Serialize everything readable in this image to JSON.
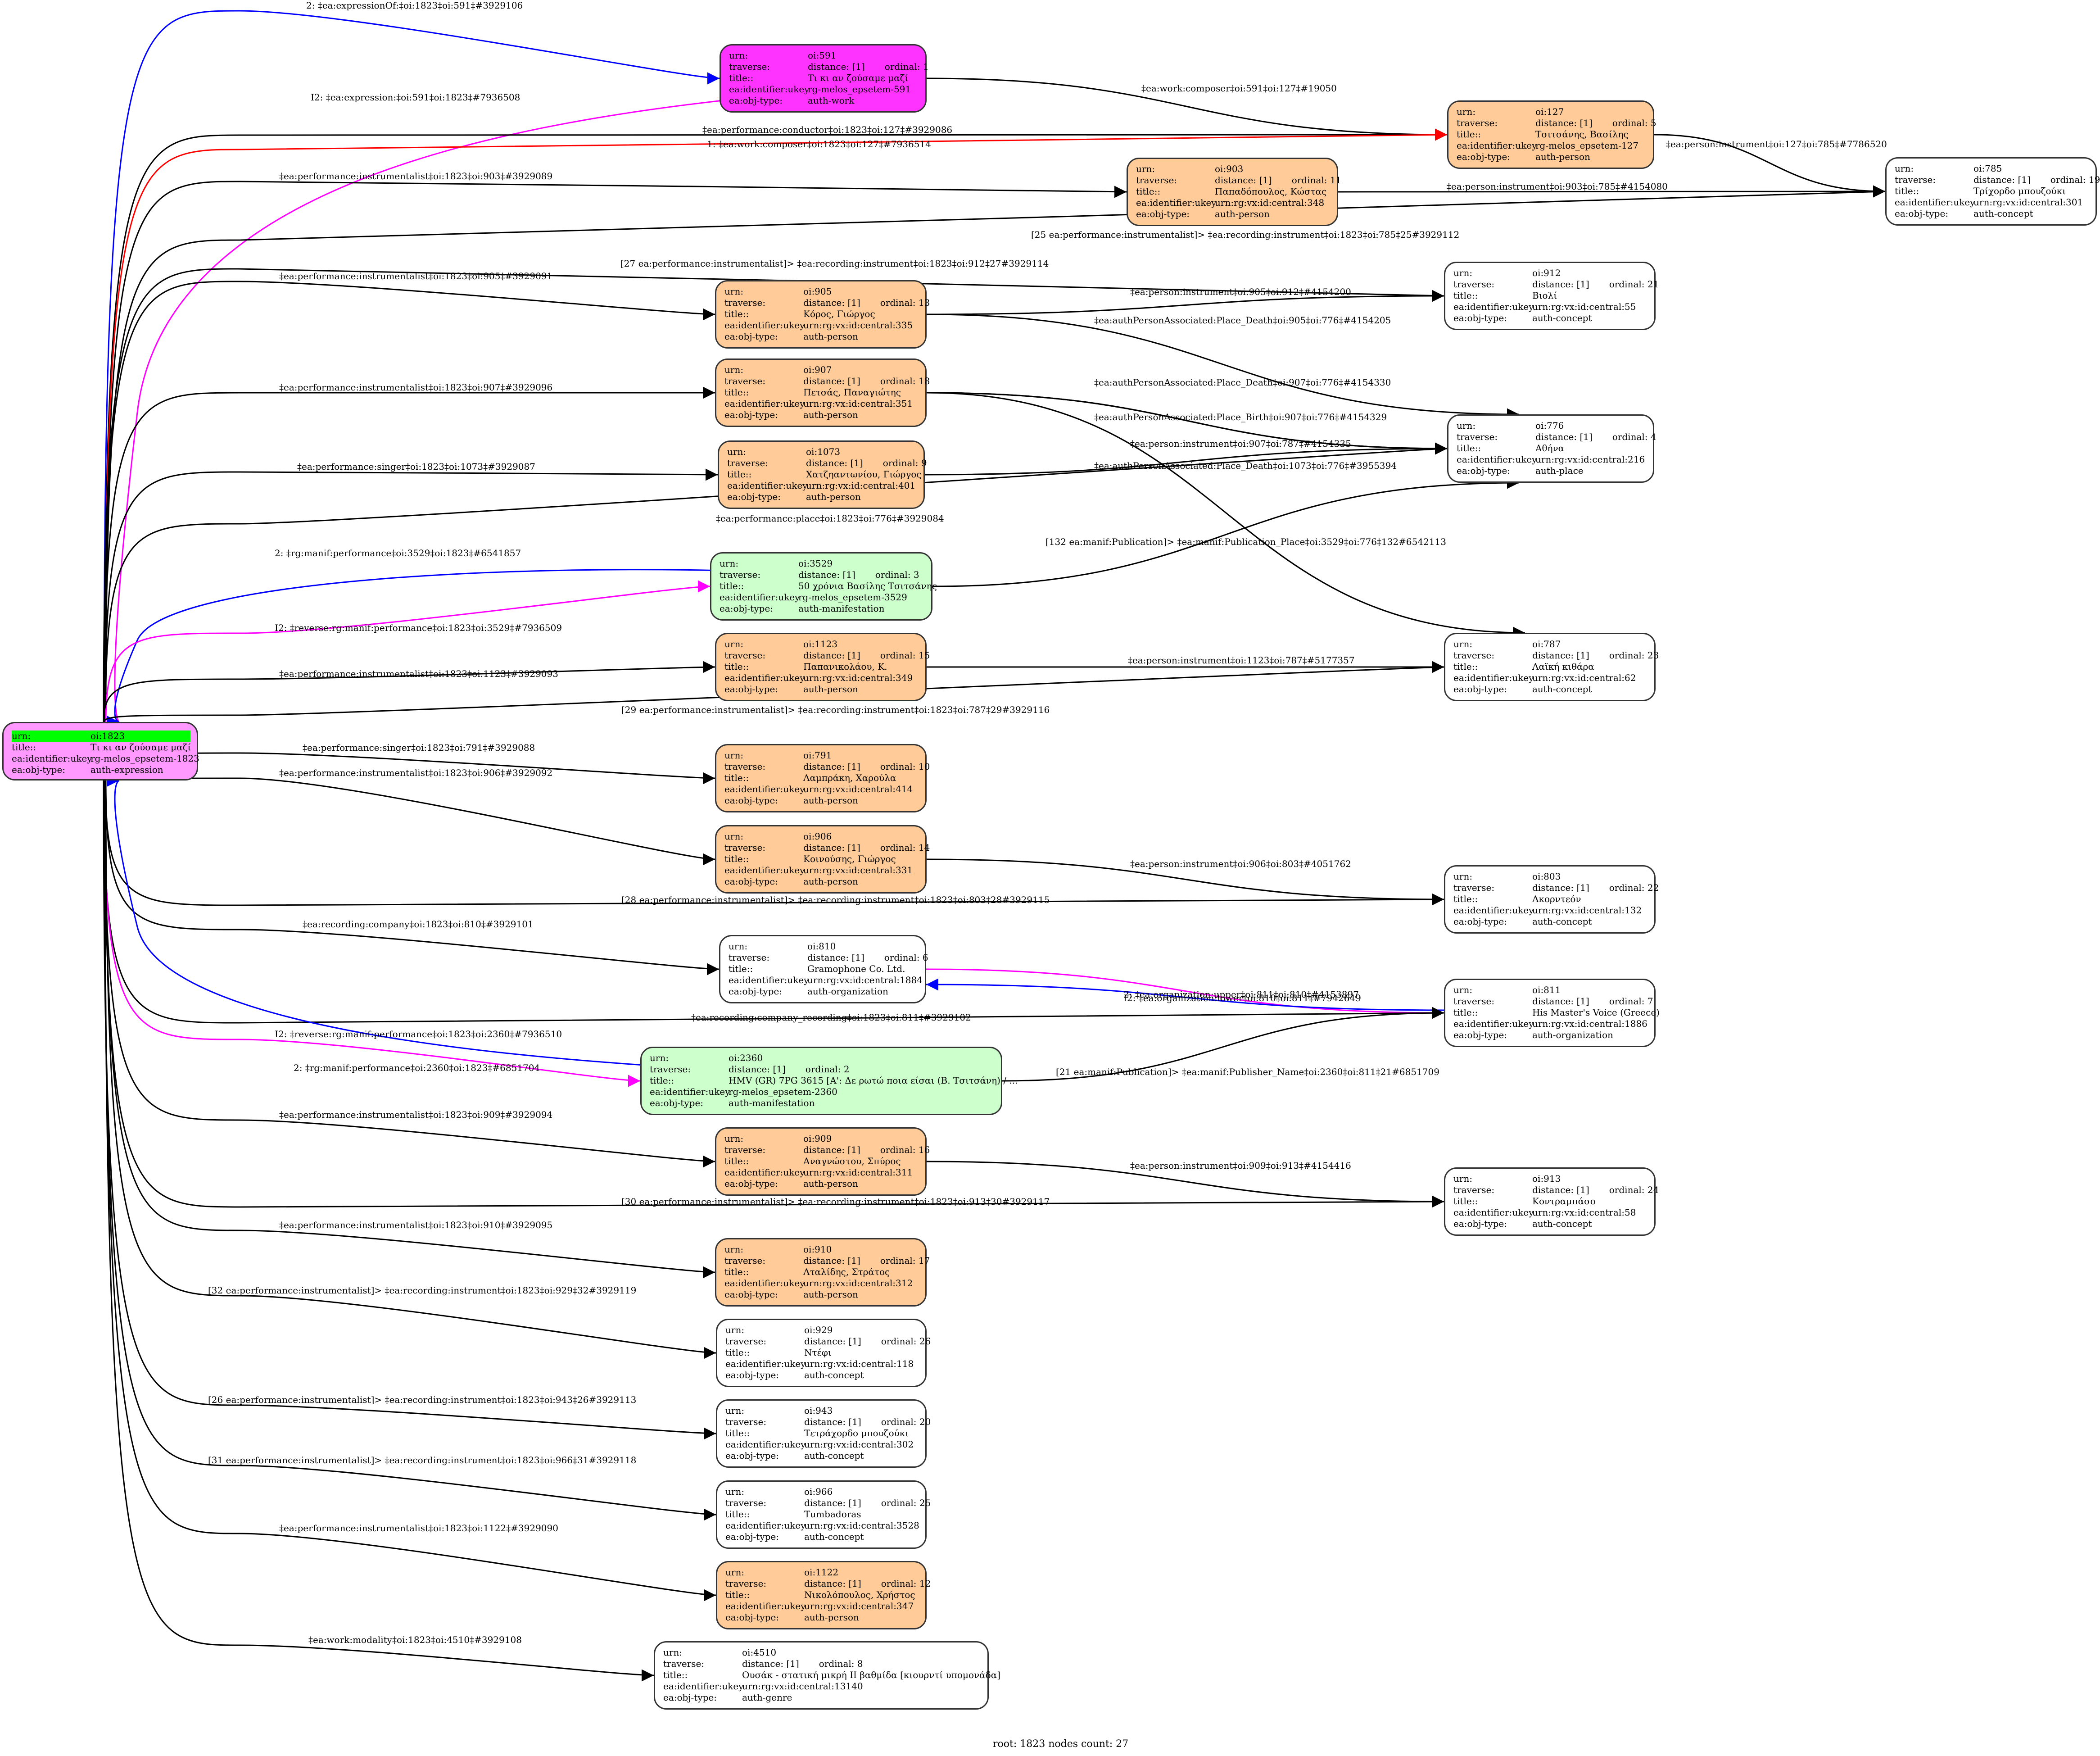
{
  "footer": "root: 1823 nodes count: 27",
  "field_labels": {
    "urn": "urn:",
    "traverse": "traverse:",
    "title": "title::",
    "ukey": "ea:identifier:ukey",
    "objtype": "ea:obj-type:"
  },
  "colors": {
    "person": "#ffcc99",
    "work": "#ff33ff",
    "expression": "#ff99ff",
    "manifestation": "#ccffcc",
    "plain": "#ffffff",
    "root_highlight": "#00ff00",
    "edge_default": "#000000",
    "edge_blue": "#0000ff",
    "edge_magenta": "#ff00ff",
    "edge_red": "#ff0000"
  },
  "nodes": [
    {
      "id": "1823",
      "kind": "expression",
      "root": true,
      "urn": "oi:1823",
      "title": "Τι κι αν ζούσαμε μαζί",
      "ukey": "rg-melos_epsetem-1823",
      "objtype": "auth-expression"
    },
    {
      "id": "591",
      "kind": "work",
      "urn": "oi:591",
      "distance": "distance: [1]",
      "ordinal": "ordinal: 1",
      "title": "Τι κι αν ζούσαμε μαζί",
      "ukey": "rg-melos_epsetem-591",
      "objtype": "auth-work"
    },
    {
      "id": "127",
      "kind": "person",
      "urn": "oi:127",
      "distance": "distance: [1]",
      "ordinal": "ordinal: 5",
      "title": "Τσιτσάνης, Βασίλης",
      "ukey": "rg-melos_epsetem-127",
      "objtype": "auth-person"
    },
    {
      "id": "785",
      "kind": "plain",
      "urn": "oi:785",
      "distance": "distance: [1]",
      "ordinal": "ordinal: 19",
      "title": "Τρίχορδο μπουζούκι",
      "ukey": "urn:rg:vx:id:central:301",
      "objtype": "auth-concept"
    },
    {
      "id": "903",
      "kind": "person",
      "urn": "oi:903",
      "distance": "distance: [1]",
      "ordinal": "ordinal: 11",
      "title": "Παπαδόπουλος, Κώστας",
      "ukey": "urn:rg:vx:id:central:348",
      "objtype": "auth-person"
    },
    {
      "id": "912",
      "kind": "plain",
      "urn": "oi:912",
      "distance": "distance: [1]",
      "ordinal": "ordinal: 21",
      "title": "Βιολί",
      "ukey": "urn:rg:vx:id:central:55",
      "objtype": "auth-concept"
    },
    {
      "id": "905",
      "kind": "person",
      "urn": "oi:905",
      "distance": "distance: [1]",
      "ordinal": "ordinal: 13",
      "title": "Κόρος, Γιώργος",
      "ukey": "urn:rg:vx:id:central:335",
      "objtype": "auth-person"
    },
    {
      "id": "907",
      "kind": "person",
      "urn": "oi:907",
      "distance": "distance: [1]",
      "ordinal": "ordinal: 18",
      "title": "Πετσάς, Παναγιώτης",
      "ukey": "urn:rg:vx:id:central:351",
      "objtype": "auth-person"
    },
    {
      "id": "776",
      "kind": "plain",
      "urn": "oi:776",
      "distance": "distance: [1]",
      "ordinal": "ordinal: 4",
      "title": "Αθήνα",
      "ukey": "urn:rg:vx:id:central:216",
      "objtype": "auth-place"
    },
    {
      "id": "1073",
      "kind": "person",
      "urn": "oi:1073",
      "distance": "distance: [1]",
      "ordinal": "ordinal: 9",
      "title": "Χατζηαντωνίου, Γιώργος",
      "ukey": "urn:rg:vx:id:central:401",
      "objtype": "auth-person"
    },
    {
      "id": "3529",
      "kind": "manifestation",
      "urn": "oi:3529",
      "distance": "distance: [1]",
      "ordinal": "ordinal: 3",
      "title": "50 χρόνια Βασίλης Τσιτσάνης",
      "ukey": "rg-melos_epsetem-3529",
      "objtype": "auth-manifestation"
    },
    {
      "id": "1123",
      "kind": "person",
      "urn": "oi:1123",
      "distance": "distance: [1]",
      "ordinal": "ordinal: 15",
      "title": "Παπανικολάου, Κ.",
      "ukey": "urn:rg:vx:id:central:349",
      "objtype": "auth-person"
    },
    {
      "id": "787",
      "kind": "plain",
      "urn": "oi:787",
      "distance": "distance: [1]",
      "ordinal": "ordinal: 23",
      "title": "Λαϊκή κιθάρα",
      "ukey": "urn:rg:vx:id:central:62",
      "objtype": "auth-concept"
    },
    {
      "id": "791",
      "kind": "person",
      "urn": "oi:791",
      "distance": "distance: [1]",
      "ordinal": "ordinal: 10",
      "title": "Λαμπράκη, Χαρούλα",
      "ukey": "urn:rg:vx:id:central:414",
      "objtype": "auth-person"
    },
    {
      "id": "906",
      "kind": "person",
      "urn": "oi:906",
      "distance": "distance: [1]",
      "ordinal": "ordinal: 14",
      "title": "Κοινούσης, Γιώργος",
      "ukey": "urn:rg:vx:id:central:331",
      "objtype": "auth-person"
    },
    {
      "id": "803",
      "kind": "plain",
      "urn": "oi:803",
      "distance": "distance: [1]",
      "ordinal": "ordinal: 22",
      "title": "Ακορντεόν",
      "ukey": "urn:rg:vx:id:central:132",
      "objtype": "auth-concept"
    },
    {
      "id": "810",
      "kind": "plain",
      "urn": "oi:810",
      "distance": "distance: [1]",
      "ordinal": "ordinal: 6",
      "title": "Gramophone Co. Ltd.",
      "ukey": "urn:rg:vx:id:central:1884",
      "objtype": "auth-organization"
    },
    {
      "id": "811",
      "kind": "plain",
      "urn": "oi:811",
      "distance": "distance: [1]",
      "ordinal": "ordinal: 7",
      "title": "His Master's Voice (Greece)",
      "ukey": "urn:rg:vx:id:central:1886",
      "objtype": "auth-organization"
    },
    {
      "id": "2360",
      "kind": "manifestation",
      "urn": "oi:2360",
      "distance": "distance: [1]",
      "ordinal": "ordinal: 2",
      "title": "HMV (GR) 7PG 3615 [A': Δε ρωτώ ποια είσαι (Β. Τσιτσάνη) / ...",
      "ukey": "rg-melos_epsetem-2360",
      "objtype": "auth-manifestation"
    },
    {
      "id": "909",
      "kind": "person",
      "urn": "oi:909",
      "distance": "distance: [1]",
      "ordinal": "ordinal: 16",
      "title": "Αναγνώστου, Σπύρος",
      "ukey": "urn:rg:vx:id:central:311",
      "objtype": "auth-person"
    },
    {
      "id": "913",
      "kind": "plain",
      "urn": "oi:913",
      "distance": "distance: [1]",
      "ordinal": "ordinal: 24",
      "title": "Κοντραμπάσο",
      "ukey": "urn:rg:vx:id:central:58",
      "objtype": "auth-concept"
    },
    {
      "id": "910",
      "kind": "person",
      "urn": "oi:910",
      "distance": "distance: [1]",
      "ordinal": "ordinal: 17",
      "title": "Αταλίδης, Στράτος",
      "ukey": "urn:rg:vx:id:central:312",
      "objtype": "auth-person"
    },
    {
      "id": "929",
      "kind": "plain",
      "urn": "oi:929",
      "distance": "distance: [1]",
      "ordinal": "ordinal: 26",
      "title": "Ντέφι",
      "ukey": "urn:rg:vx:id:central:118",
      "objtype": "auth-concept"
    },
    {
      "id": "943",
      "kind": "plain",
      "urn": "oi:943",
      "distance": "distance: [1]",
      "ordinal": "ordinal: 20",
      "title": "Τετράχορδο μπουζούκι",
      "ukey": "urn:rg:vx:id:central:302",
      "objtype": "auth-concept"
    },
    {
      "id": "966",
      "kind": "plain",
      "urn": "oi:966",
      "distance": "distance: [1]",
      "ordinal": "ordinal: 25",
      "title": "Tumbadoras",
      "ukey": "urn:rg:vx:id:central:3528",
      "objtype": "auth-concept"
    },
    {
      "id": "1122",
      "kind": "person",
      "urn": "oi:1122",
      "distance": "distance: [1]",
      "ordinal": "ordinal: 12",
      "title": "Νικολόπουλος, Χρήστος",
      "ukey": "urn:rg:vx:id:central:347",
      "objtype": "auth-person"
    },
    {
      "id": "4510",
      "kind": "plain",
      "urn": "oi:4510",
      "distance": "distance: [1]",
      "ordinal": "ordinal: 8",
      "title": "Ουσάκ - στατική μικρή ΙΙ βαθμίδα [κιουρντί υπομονάδα]",
      "ukey": "urn:rg:vx:id:central:13140",
      "objtype": "auth-genre"
    }
  ],
  "edges": [
    {
      "from": "1823",
      "to": "591",
      "color": "blue",
      "label": "2: ‡ea:expressionOf:‡oi:1823‡oi:591‡#3929106"
    },
    {
      "from": "591",
      "to": "1823",
      "color": "magenta",
      "label": "I2: ‡ea:expression:‡oi:591‡oi:1823‡#7936508"
    },
    {
      "from": "591",
      "to": "127",
      "color": "black",
      "label": "‡ea:work:composer‡oi:591‡oi:127‡#19050"
    },
    {
      "from": "1823",
      "to": "127",
      "color": "black",
      "label": "‡ea:performance:conductor‡oi:1823‡oi:127‡#3929086"
    },
    {
      "from": "1823",
      "to": "127",
      "color": "red",
      "label": "1: ‡ea:work:composer‡oi:1823‡oi:127‡#7936514"
    },
    {
      "from": "127",
      "to": "785",
      "color": "black",
      "label": "‡ea:person:instrument‡oi:127‡oi:785‡#7786520"
    },
    {
      "from": "1823",
      "to": "903",
      "color": "black",
      "label": "‡ea:performance:instrumentalist‡oi:1823‡oi:903‡#3929089"
    },
    {
      "from": "903",
      "to": "785",
      "color": "black",
      "label": "‡ea:person:instrument‡oi:903‡oi:785‡#4154080"
    },
    {
      "from": "1823",
      "to": "785",
      "color": "black",
      "label": "[25 ea:performance:instrumentalist]> ‡ea:recording:instrument‡oi:1823‡oi:785‡25#3929112"
    },
    {
      "from": "1823",
      "to": "912",
      "color": "black",
      "label": "[27 ea:performance:instrumentalist]> ‡ea:recording:instrument‡oi:1823‡oi:912‡27#3929114"
    },
    {
      "from": "1823",
      "to": "905",
      "color": "black",
      "label": "‡ea:performance:instrumentalist‡oi:1823‡oi:905‡#3929091"
    },
    {
      "from": "905",
      "to": "912",
      "color": "black",
      "label": "‡ea:person:instrument‡oi:905‡oi:912‡#4154200"
    },
    {
      "from": "905",
      "to": "776",
      "color": "black",
      "label": "‡ea:authPersonAssociated:Place_Death‡oi:905‡oi:776‡#4154205"
    },
    {
      "from": "1823",
      "to": "907",
      "color": "black",
      "label": "‡ea:performance:instrumentalist‡oi:1823‡oi:907‡#3929096"
    },
    {
      "from": "907",
      "to": "776",
      "color": "black",
      "label": "‡ea:authPersonAssociated:Place_Death‡oi:907‡oi:776‡#4154330"
    },
    {
      "from": "907",
      "to": "776",
      "color": "black",
      "label": "‡ea:authPersonAssociated:Place_Birth‡oi:907‡oi:776‡#4154329"
    },
    {
      "from": "907",
      "to": "787",
      "color": "black",
      "label": "‡ea:person:instrument‡oi:907‡oi:787‡#4154335"
    },
    {
      "from": "1823",
      "to": "1073",
      "color": "black",
      "label": "‡ea:performance:singer‡oi:1823‡oi:1073‡#3929087"
    },
    {
      "from": "1073",
      "to": "776",
      "color": "black",
      "label": "‡ea:authPersonAssociated:Place_Death‡oi:1073‡oi:776‡#3955394"
    },
    {
      "from": "1823",
      "to": "776",
      "color": "black",
      "label": "‡ea:performance:place‡oi:1823‡oi:776‡#3929084"
    },
    {
      "from": "3529",
      "to": "1823",
      "color": "blue",
      "label": "2: ‡rg:manif:performance‡oi:3529‡oi:1823‡#6541857"
    },
    {
      "from": "1823",
      "to": "3529",
      "color": "magenta",
      "label": "I2: ‡reverse:rg:manif:performance‡oi:1823‡oi:3529‡#7936509"
    },
    {
      "from": "3529",
      "to": "776",
      "color": "black",
      "label": "[132 ea:manif:Publication]> ‡ea:manif:Publication_Place‡oi:3529‡oi:776‡132#6542113"
    },
    {
      "from": "1823",
      "to": "1123",
      "color": "black",
      "label": "‡ea:performance:instrumentalist‡oi:1823‡oi:1123‡#3929093"
    },
    {
      "from": "1123",
      "to": "787",
      "color": "black",
      "label": "‡ea:person:instrument‡oi:1123‡oi:787‡#5177357"
    },
    {
      "from": "1823",
      "to": "787",
      "color": "black",
      "label": "[29 ea:performance:instrumentalist]> ‡ea:recording:instrument‡oi:1823‡oi:787‡29#3929116"
    },
    {
      "from": "1823",
      "to": "791",
      "color": "black",
      "label": "‡ea:performance:singer‡oi:1823‡oi:791‡#3929088"
    },
    {
      "from": "1823",
      "to": "906",
      "color": "black",
      "label": "‡ea:performance:instrumentalist‡oi:1823‡oi:906‡#3929092"
    },
    {
      "from": "906",
      "to": "803",
      "color": "black",
      "label": "‡ea:person:instrument‡oi:906‡oi:803‡#4051762"
    },
    {
      "from": "1823",
      "to": "803",
      "color": "black",
      "label": "[28 ea:performance:instrumentalist]> ‡ea:recording:instrument‡oi:1823‡oi:803‡28#3929115"
    },
    {
      "from": "1823",
      "to": "810",
      "color": "black",
      "label": "‡ea:recording:company‡oi:1823‡oi:810‡#3929101"
    },
    {
      "from": "810",
      "to": "811",
      "color": "magenta",
      "label": "I2: ‡ea:organization:lower‡oi:810‡oi:811‡#7942649"
    },
    {
      "from": "811",
      "to": "810",
      "color": "blue",
      "label": "2: ‡ea:organization:upper‡oi:811‡oi:810‡#4153897"
    },
    {
      "from": "1823",
      "to": "811",
      "color": "black",
      "label": "‡ea:recording:company_recording‡oi:1823‡oi:811‡#3929102"
    },
    {
      "from": "1823",
      "to": "2360",
      "color": "magenta",
      "label": "I2: ‡reverse:rg:manif:performance‡oi:1823‡oi:2360‡#7936510"
    },
    {
      "from": "2360",
      "to": "1823",
      "color": "blue",
      "label": "2: ‡rg:manif:performance‡oi:2360‡oi:1823‡#6851704"
    },
    {
      "from": "2360",
      "to": "811",
      "color": "black",
      "label": "[21 ea:manif:Publication]> ‡ea:manif:Publisher_Name‡oi:2360‡oi:811‡21#6851709"
    },
    {
      "from": "1823",
      "to": "909",
      "color": "black",
      "label": "‡ea:performance:instrumentalist‡oi:1823‡oi:909‡#3929094"
    },
    {
      "from": "909",
      "to": "913",
      "color": "black",
      "label": "‡ea:person:instrument‡oi:909‡oi:913‡#4154416"
    },
    {
      "from": "1823",
      "to": "913",
      "color": "black",
      "label": "[30 ea:performance:instrumentalist]> ‡ea:recording:instrument‡oi:1823‡oi:913‡30#3929117"
    },
    {
      "from": "1823",
      "to": "910",
      "color": "black",
      "label": "‡ea:performance:instrumentalist‡oi:1823‡oi:910‡#3929095"
    },
    {
      "from": "1823",
      "to": "929",
      "color": "black",
      "label": "[32 ea:performance:instrumentalist]> ‡ea:recording:instrument‡oi:1823‡oi:929‡32#3929119"
    },
    {
      "from": "1823",
      "to": "943",
      "color": "black",
      "label": "[26 ea:performance:instrumentalist]> ‡ea:recording:instrument‡oi:1823‡oi:943‡26#3929113"
    },
    {
      "from": "1823",
      "to": "966",
      "color": "black",
      "label": "[31 ea:performance:instrumentalist]> ‡ea:recording:instrument‡oi:1823‡oi:966‡31#3929118"
    },
    {
      "from": "1823",
      "to": "1122",
      "color": "black",
      "label": "‡ea:performance:instrumentalist‡oi:1823‡oi:1122‡#3929090"
    },
    {
      "from": "1823",
      "to": "4510",
      "color": "black",
      "label": "‡ea:work:modality‡oi:1823‡oi:4510‡#3929108"
    }
  ]
}
